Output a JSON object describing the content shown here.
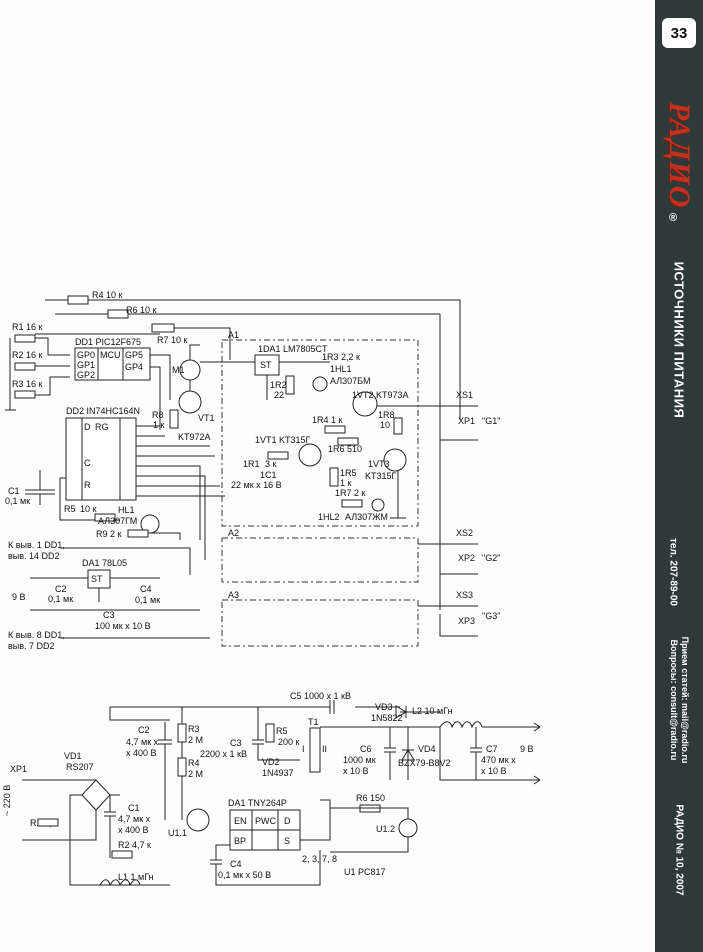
{
  "sidebar": {
    "page_number": "33",
    "logo_text": "РАДИО",
    "registered_mark": "®",
    "section_title": "ИСТОЧНИКИ ПИТАНИЯ",
    "phone": "тел. 207-89-00",
    "contacts_line1": "Прием статей: mail@radio.ru",
    "contacts_line2": "Вопросы: consult@radio.ru",
    "issue": "РАДИО № 10, 2007"
  },
  "diagram1": {
    "labels": {
      "r4": "R4 10 к",
      "r6": "R6 10 к",
      "r1": "R1 16 к",
      "r7": "R7 10 к",
      "r2": "R2 16 к",
      "r3": "R3 16 к",
      "dd1": "DD1 PIC12F675",
      "gp0": "GP0",
      "gp1": "GP1",
      "gp2": "GP2",
      "mcu": "MCU",
      "gp5": "GP5",
      "gp4": "GP4",
      "m1": "M1",
      "a1": "A1",
      "dda1": "1DA1 LM7805CT",
      "st1": "ST",
      "r3a": "1R3 2,2 к",
      "hl1a": "1HL1",
      "al307bm": "АЛ307БМ",
      "r2a": "1R2",
      "r2v": "22",
      "vt2": "1VT2 KT973A",
      "r8a": "1R8",
      "r8v": "10",
      "r4a": "1R4 1 к",
      "dd2": "DD2 IN74HC164N",
      "d": "D",
      "rg": "RG",
      "c": "C",
      "r": "R",
      "r8": "R8",
      "r8k": "1 к",
      "vt1": "VT1",
      "kt972a": "KT972A",
      "vt1a": "1VT1 KT315Г",
      "r6a": "1R6 510",
      "r1a": "1R1",
      "r1k": "3 к",
      "c1a": "1C1",
      "c1v": "22 мк x 16 В",
      "r5a": "1R5",
      "r5k": "1 к",
      "vt3": "1VT3",
      "kt315": "KT315Г",
      "r7a": "1R7 2 к",
      "hl2": "1HL2",
      "al307jm": "АЛ307ЖМ",
      "c1": "C1",
      "c1v2": "0,1 мк",
      "r5": "R5",
      "r5v": "10 к",
      "hl1": "HL1",
      "al307gm": "АЛ307ГМ",
      "r9": "R9 2 к",
      "out1a": "К выв. 1 DD1,",
      "out1b": "выв. 14 DD2",
      "da1": "DA1 78L05",
      "c2": "C2",
      "c2v": "0,1 мк",
      "c4": "C4",
      "c4v": "0,1 мк",
      "v9": "9 В",
      "c3": "C3",
      "c3v": "100 мк x 10 В",
      "out2a": "К выв. 8 DD1,",
      "out2b": "выв. 7 DD2",
      "a2": "A2",
      "a3": "A3",
      "xs1": "XS1",
      "xs2": "XS2",
      "xs3": "XS3",
      "xp1": "XP1",
      "g1": "\"G1\"",
      "xp2": "XP2",
      "g2": "\"G2\"",
      "xp3": "XP3",
      "g3": "\"G3\""
    }
  },
  "diagram2": {
    "labels": {
      "c5": "C5 1000 x 1 кВ",
      "vd3": "VD3",
      "vd3t": "1N5822",
      "l2": "L2 10 мГн",
      "c2": "C2",
      "c2a": "4,7 мк x",
      "c2b": "x 400 В",
      "r3": "R3",
      "r3v": "2 М",
      "r5": "R5",
      "r5v": "200 к",
      "t1": "T1",
      "r4": "R4",
      "r4v": "2 М",
      "c3": "C3",
      "c3v": "2200 x 1 кВ",
      "vd2": "VD2",
      "vd2t": "1N4937",
      "c6": "C6",
      "c6a": "1000 мк",
      "c6b": "x 10 В",
      "vd4": "VD4",
      "vd4t": "BZX79-B8V2",
      "c7": "C7",
      "c7a": "470 мк x",
      "c7b": "x 10 В",
      "v9": "9 В",
      "xp1": "XP1",
      "vd1": "VD1",
      "rs207": "RS207",
      "v220": "~ 220 В",
      "r1": "R1 8,2",
      "c1": "C1",
      "c1a": "4,7 мк x",
      "c1b": "x 400 В",
      "u11": "U1.1",
      "da1": "DA1 TNY264P",
      "en": "EN",
      "pwc": "PWC",
      "d": "D",
      "bp": "BP",
      "s": "S",
      "pins": "2, 3, 7, 8",
      "r6": "R6 150",
      "u12": "U1.2",
      "r2": "R2 4,7 к",
      "c4": "C4",
      "c4v": "0,1 мк x 50 В",
      "l1": "L1 1 мГн",
      "u1": "U1 PC817",
      "ii": "II",
      "i": "I"
    }
  }
}
